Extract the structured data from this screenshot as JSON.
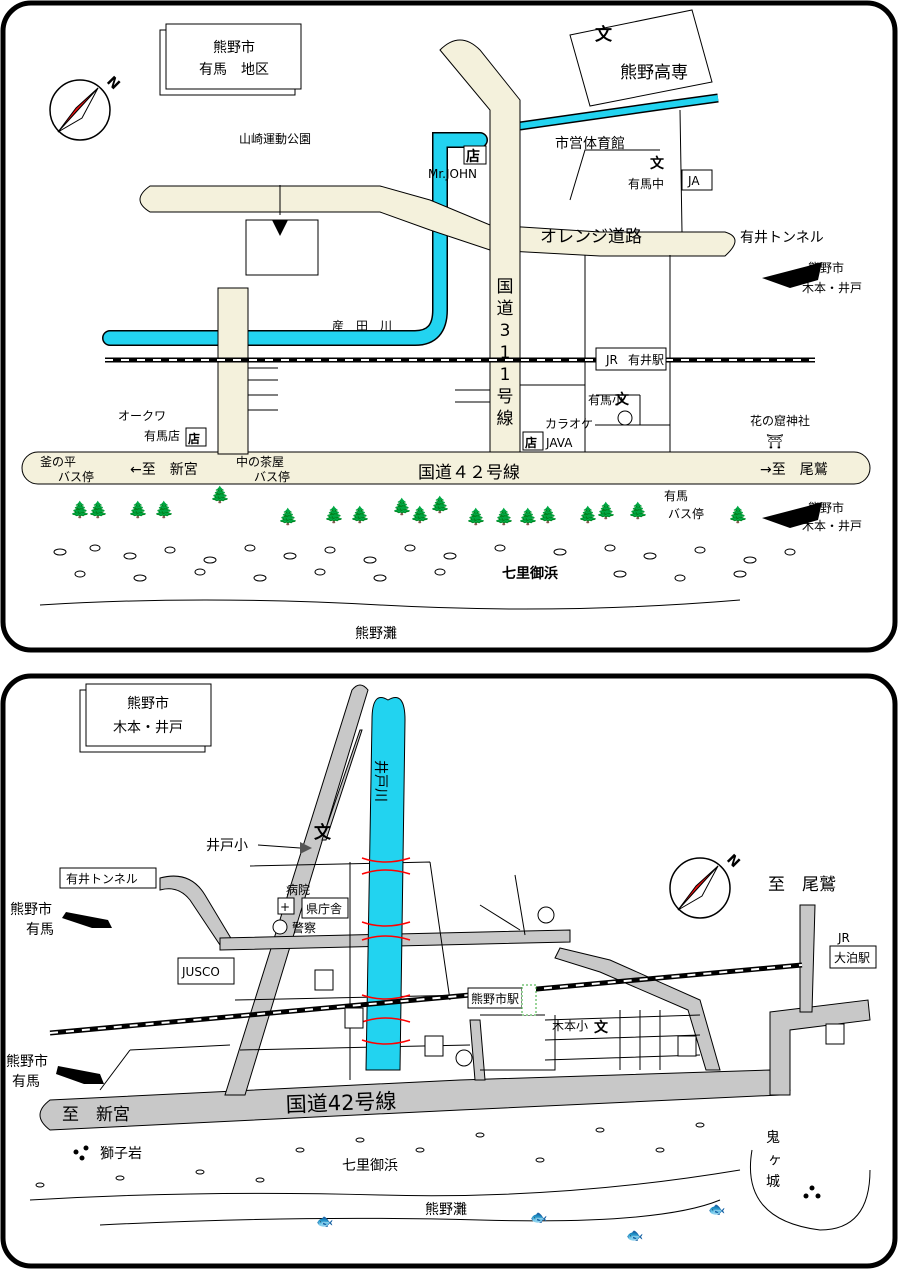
{
  "map1": {
    "title_line1": "熊野市",
    "title_line2": "有馬　地区",
    "labels": {
      "park": "山崎運動公園",
      "mrjohn": "Mr.JOHN",
      "gym": "市営体育館",
      "kosen": "熊野高専",
      "arima_chu": "有馬中",
      "ja": "JA",
      "orange_road": "オレンジ道路",
      "tunnel": "有井トンネル",
      "to_kimoto_1": "熊野市",
      "to_kimoto_2": "木本・井戸",
      "river": "産　田　川",
      "route311_chars": [
        "国",
        "道",
        "3",
        "1",
        "1",
        "号",
        "線"
      ],
      "arii_station": "有井駅",
      "arima_sho": "有馬小",
      "karaoke": "カラオケ",
      "java": "JAVA",
      "okuwa": "オークワ",
      "arima_store": "有馬店",
      "shrine": "花の窟神社",
      "kamanohira_1": "釜の平",
      "kamanohira_2": "バス停",
      "to_shingu": "←至　新宮",
      "nakanochaya_1": "中の茶屋",
      "nakanochaya_2": "バス停",
      "route42": "国道４２号線",
      "to_owase": "→至　尾鷲",
      "arima_bus_1": "有馬",
      "arima_bus_2": "バス停",
      "shichiri": "七里御浜",
      "nada": "熊野灘",
      "store_mark": "店",
      "school_mark": "文",
      "jr_mark": "JR"
    }
  },
  "map2": {
    "title_line1": "熊野市",
    "title_line2": "木本・井戸",
    "labels": {
      "ido_river": "井戸川",
      "ido_sho": "井戸小",
      "tunnel": "有井トンネル",
      "hospital": "病院",
      "pref_office": "県庁舎",
      "police": "警察",
      "to_arima_1": "熊野市",
      "to_arima_2": "有馬",
      "jusco": "JUSCO",
      "to_owase": "至　尾鷲",
      "odomari_station": "大泊駅",
      "kumanoshi_station": "熊野市駅",
      "kimoto_sho": "木本小",
      "to_shingu": "至　新宮",
      "route42": "国道42号線",
      "shishiiwa": "獅子岩",
      "shichiri": "七里御浜",
      "nada": "熊野灘",
      "onigajo": "鬼ヶ城",
      "school_mark": "文",
      "jr_mark": "JR"
    }
  },
  "colors": {
    "road_fill": "#f4f1dc",
    "road_fill_2": "#c8c8c8",
    "river": "#22d3f0",
    "compass": "#ee1111",
    "bridge": "#ff0000",
    "frame": "#000000"
  }
}
